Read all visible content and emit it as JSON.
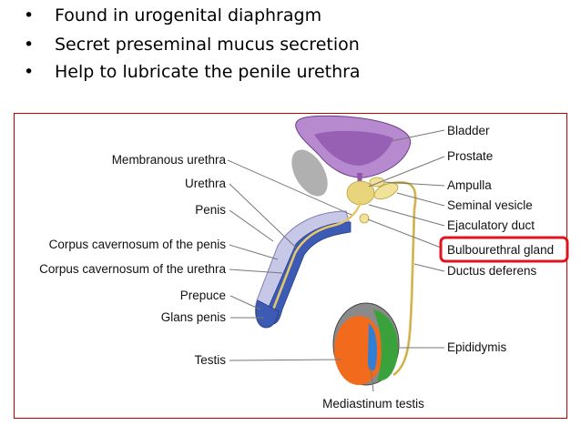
{
  "bullets": [
    {
      "marker": "•",
      "text": "Found in urogenital diaphragm"
    },
    {
      "marker": "•",
      "text": "Secret preseminal mucus secretion"
    },
    {
      "marker": "•",
      "text": "Help to lubricate the penile urethra"
    }
  ],
  "diagram": {
    "left_labels": {
      "membranous_urethra": "Membranous urethra",
      "urethra": "Urethra",
      "penis": "Penis",
      "corpus_cavernosum_penis": "Corpus cavernosum of the penis",
      "corpus_cavernosum_urethra": "Corpus cavernosum of the urethra",
      "prepuce": "Prepuce",
      "glans_penis": "Glans penis",
      "testis": "Testis"
    },
    "right_labels": {
      "bladder": "Bladder",
      "prostate": "Prostate",
      "ampulla": "Ampulla",
      "seminal_vesicle": "Seminal vesicle",
      "ejaculatory_duct": "Ejaculatory duct",
      "bulbourethral_gland": "Bulbourethral gland",
      "ductus_deferens": "Ductus deferens",
      "epididymis": "Epididymis"
    },
    "bottom_labels": {
      "mediastinum_testis": "Mediastinum testis"
    },
    "highlight_color": "#e0141c",
    "frame_color": "#c00000",
    "colors": {
      "bladder": "#b78ad0",
      "bladder_inner": "#8e55ad",
      "prostate": "#e8d47a",
      "penis_outer": "#c7c7e8",
      "penis_spongy": "#3d5bb5",
      "urethra": "#e6c86a",
      "pubic_bone": "#b0b0b0",
      "testis": "#f26b1d",
      "epididymis": "#3aa23a",
      "mediastinum": "#2f7fd6"
    }
  }
}
